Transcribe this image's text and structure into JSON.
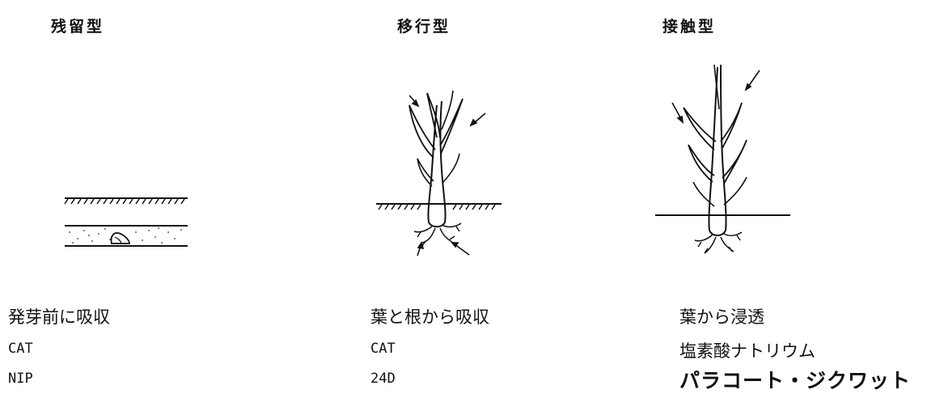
{
  "columns": [
    {
      "title": "残留型",
      "lines": [
        "発芽前に吸収",
        "CAT",
        "NIP"
      ]
    },
    {
      "title": "移行型",
      "lines": [
        "葉と根から吸収",
        "CAT",
        "24D"
      ]
    },
    {
      "title": "接触型",
      "lines": [
        "葉から浸透",
        "塩素酸ナトリウム",
        "パラコート・ジクワット"
      ]
    }
  ]
}
